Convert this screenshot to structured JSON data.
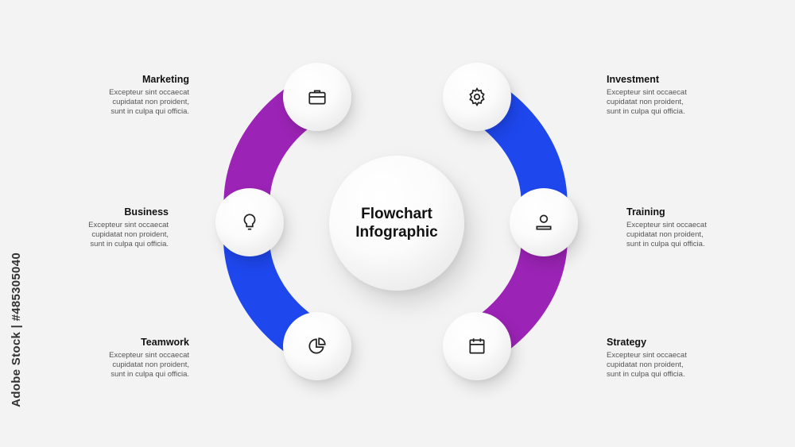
{
  "diagram": {
    "center_title": "Flowchart\nInfographic",
    "colors": {
      "purple": "#9b23b5",
      "blue": "#1e47ee",
      "background": "#f3f3f4"
    },
    "items": [
      {
        "title": "Marketing",
        "text": "Excepteur sint occaecat\ncupidatat non proident,\nsunt in culpa qui officia.",
        "icon": "briefcase-icon"
      },
      {
        "title": "Business",
        "text": "Excepteur sint occaecat\ncupidatat non proident,\nsunt in culpa qui officia.",
        "icon": "lightbulb-icon"
      },
      {
        "title": "Teamwork",
        "text": "Excepteur sint occaecat\ncupidatat non proident,\nsunt in culpa qui officia.",
        "icon": "pie-chart-icon"
      },
      {
        "title": "Investment",
        "text": "Excepteur sint occaecat\ncupidatat non proident,\nsunt in culpa qui officia.",
        "icon": "gear-icon"
      },
      {
        "title": "Training",
        "text": "Excepteur sint occaecat\ncupidatat non proident,\nsunt in culpa qui officia.",
        "icon": "user-icon"
      },
      {
        "title": "Strategy",
        "text": "Excepteur sint occaecat\ncupidatat non proident,\nsunt in culpa qui officia.",
        "icon": "calendar-icon"
      }
    ]
  },
  "credit": "Adobe Stock | #485305040"
}
